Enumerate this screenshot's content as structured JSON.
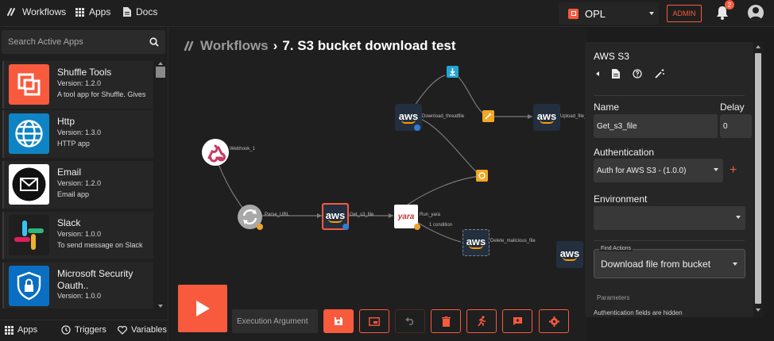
{
  "topbar": {
    "workflows_label": "Workflows",
    "apps_label": "Apps",
    "docs_label": "Docs",
    "org_name": "OPL",
    "admin_label": "ADMIN",
    "notification_count": "2"
  },
  "sidebar": {
    "search_placeholder": "Search Active Apps",
    "apps": [
      {
        "name": "Shuffle Tools",
        "version": "Version: 1.2.0",
        "description": "A tool app for Shuffle. Gives",
        "icon": "shuffle-tools-icon"
      },
      {
        "name": "Http",
        "version": "Version: 1.3.0",
        "description": "HTTP app",
        "icon": "globe-icon"
      },
      {
        "name": "Email",
        "version": "Version: 1.2.0",
        "description": "Email app",
        "icon": "email-icon"
      },
      {
        "name": "Slack",
        "version": "Version: 1.0.0",
        "description": "To send message on Slack",
        "icon": "slack-icon"
      },
      {
        "name": "Microsoft Security Oauth..",
        "version": "Version: 1.0.0",
        "description": "",
        "icon": "shield-lock-icon"
      }
    ],
    "footer": {
      "apps": "Apps",
      "triggers": "Triggers",
      "variables": "Variables"
    }
  },
  "canvas": {
    "breadcrumb_root": "Workflows",
    "breadcrumb_separator": "›",
    "workflow_name": "7. S3 bucket download test",
    "node_labels": {
      "webhook": "Webhook_1",
      "parse": "Parse_URL",
      "get_s3": "Get_s3_file",
      "yara": "Run_yara",
      "download_threats": "Download_threatfile",
      "upload": "Upload_file_to_bucket",
      "delete": "Delete_malicious_file",
      "condition": "1 condition"
    },
    "aws_text": "aws",
    "yara_text": "yara",
    "execution_placeholder": "Execution Argument"
  },
  "panel": {
    "title": "AWS S3",
    "name_label": "Name",
    "name_value": "Get_s3_file",
    "delay_label": "Delay",
    "delay_value": "0",
    "auth_label": "Authentication",
    "auth_value": "Auth for AWS S3 - (1.0.0)",
    "env_label": "Environment",
    "env_value": "",
    "find_actions_legend": "Find Actions",
    "find_actions_value": "Download file from bucket",
    "parameters_label": "Parameters",
    "auth_hidden_note": "Authentication fields are hidden"
  },
  "colors": {
    "accent": "#f85a3e",
    "background": "#1c1c1c",
    "panel": "#262626",
    "aws_dark": "#232f3e",
    "aws_orange": "#ff9900"
  }
}
